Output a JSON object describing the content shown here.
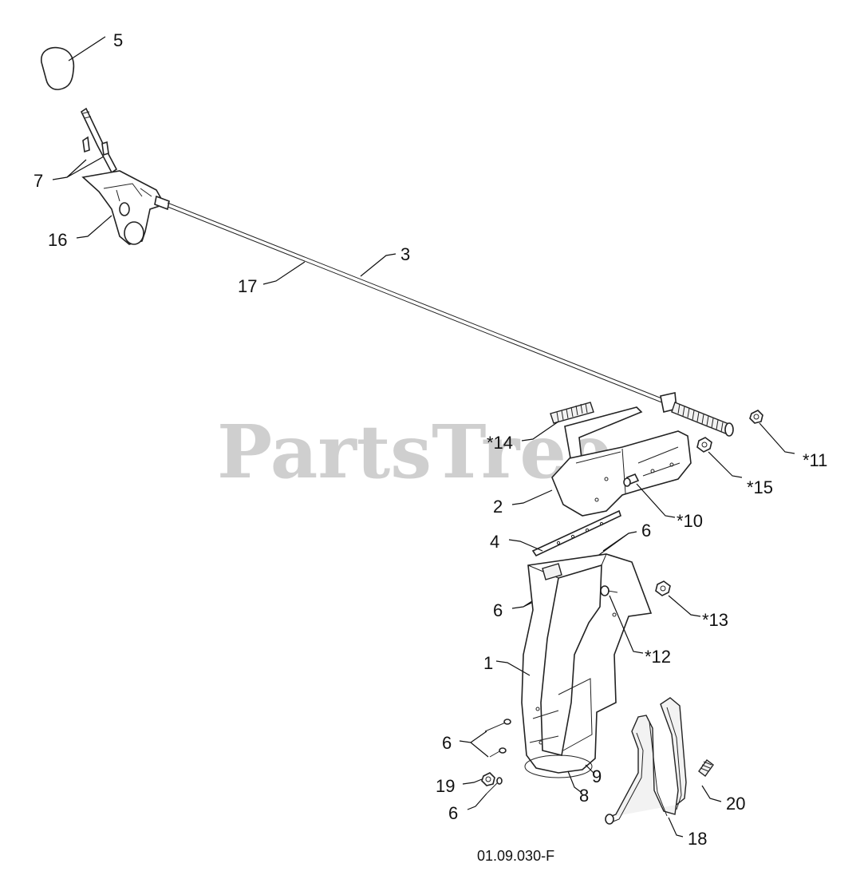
{
  "watermark": "PartsTree",
  "diagram_code": "01.09.030-F",
  "callouts": {
    "c5": "5",
    "c7": "7",
    "c16": "16",
    "c17": "17",
    "c3": "3",
    "c14": "*14",
    "c11": "*11",
    "c15": "*15",
    "c2": "2",
    "c10": "*10",
    "c4": "4",
    "c6a": "6",
    "c6b": "6",
    "c13": "*13",
    "c12": "*12",
    "c1": "1",
    "c6c": "6",
    "c9": "9",
    "c19": "19",
    "c8": "8",
    "c6d": "6",
    "c20": "20",
    "c18": "18"
  }
}
